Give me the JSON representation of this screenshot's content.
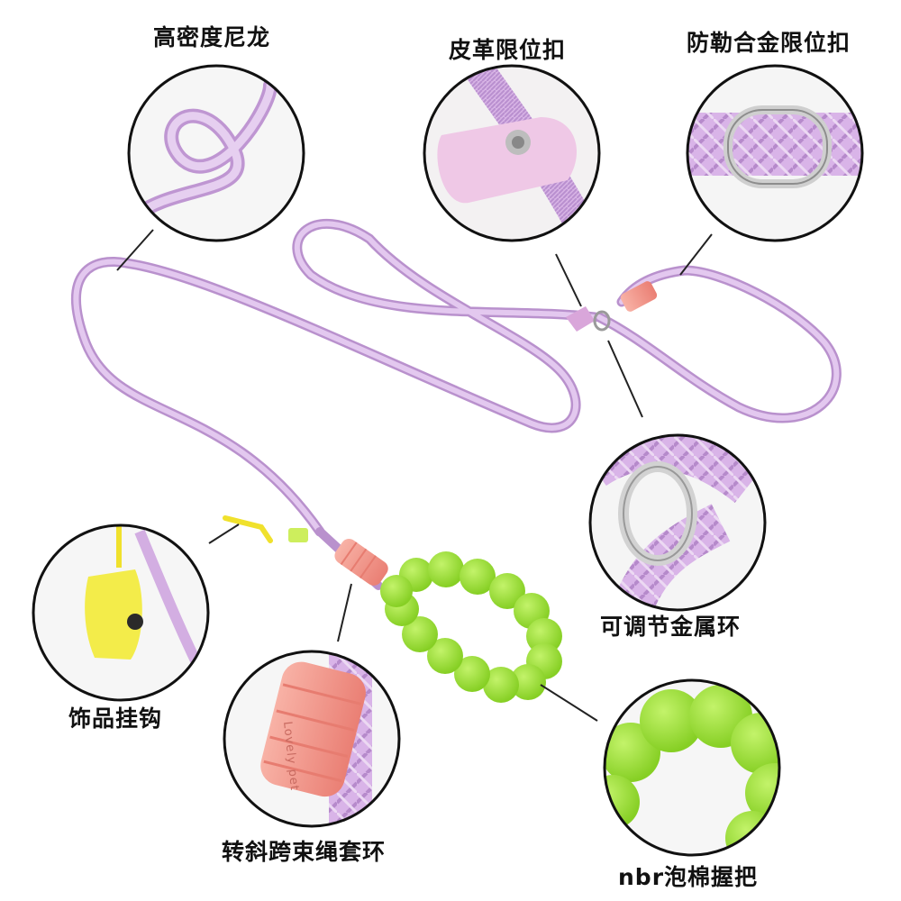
{
  "callouts": {
    "nylon": "高密度尼龙",
    "leather_stopper": "皮革限位扣",
    "alloy_stopper": "防勒合金限位扣",
    "metal_ring": "可调节金属环",
    "hook": "饰品挂钩",
    "sleeve": "转斜跨束绳套环",
    "grip": "nbr泡棉握把"
  },
  "sleeve_embossing": "Lovely pet",
  "colors": {
    "rope": "#d8b5e6",
    "sleeve": "#f4948a",
    "grip": "#9fe23a",
    "pouch": "#f4ee4f",
    "metal": "#c9c9c9"
  }
}
